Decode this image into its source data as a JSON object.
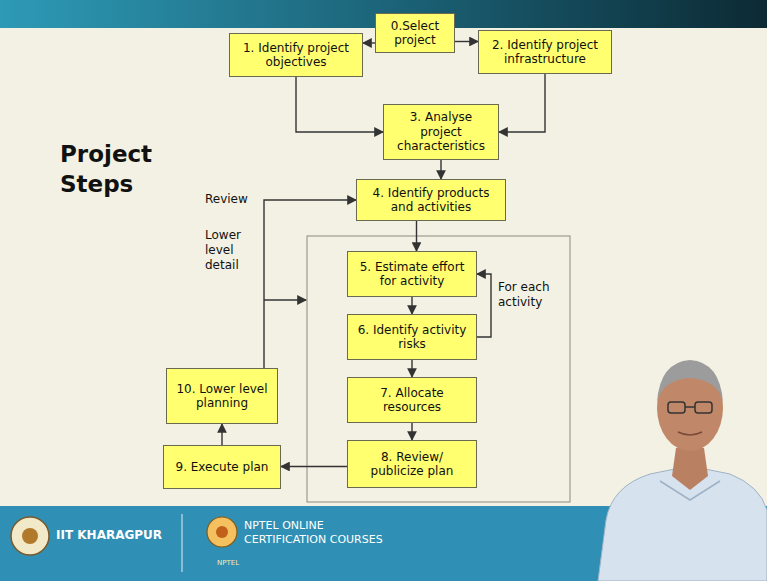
{
  "diagram": {
    "title": "Project Steps",
    "nodes": [
      {
        "text": [
          "0.Select project"
        ]
      },
      {
        "text": [
          "1. Identify project objectives"
        ]
      },
      {
        "text": [
          "2. Identify project infrastructure"
        ]
      },
      {
        "text": [
          "3. Analyse project characteristics"
        ]
      },
      {
        "text": [
          "4. Identify products and activities"
        ]
      },
      {
        "text": [
          "5. Estimate effort for activity"
        ]
      },
      {
        "text": [
          "6. Identify activity risks"
        ]
      },
      {
        "text": [
          "7. Allocate resources"
        ]
      },
      {
        "text": [
          "8. Review/ publicize plan"
        ]
      },
      {
        "text": [
          "9. Execute plan"
        ]
      },
      {
        "text": [
          "10. Lower level planning"
        ]
      }
    ],
    "edges": [
      {
        "from": 0,
        "to": 1,
        "arrow": "to"
      },
      {
        "from": 0,
        "to": 2,
        "arrow": "to"
      },
      {
        "from": 1,
        "to": 3,
        "arrow": "to"
      },
      {
        "from": 2,
        "to": 3,
        "arrow": "to"
      },
      {
        "from": 3,
        "to": 4,
        "arrow": "to"
      },
      {
        "from": 4,
        "to": 5,
        "arrow": "to"
      },
      {
        "from": 5,
        "to": 6,
        "arrow": "to"
      },
      {
        "from": 6,
        "to": 7,
        "arrow": "to"
      },
      {
        "from": 7,
        "to": 8,
        "arrow": "to"
      },
      {
        "from": 6,
        "to": 5,
        "arrow": "to"
      },
      {
        "from": 8,
        "to": 9,
        "arrow": "to"
      },
      {
        "from": 9,
        "to": 10,
        "arrow": "to"
      },
      {
        "from": 10,
        "to": 4,
        "arrow": "to"
      }
    ],
    "labels": [
      "Review",
      "Lower level detail",
      "For each activity",
      "IIT KHARAGPUR",
      "NPTEL ONLINE CERTIFICATION COURSES",
      "NPTEL"
    ]
  }
}
